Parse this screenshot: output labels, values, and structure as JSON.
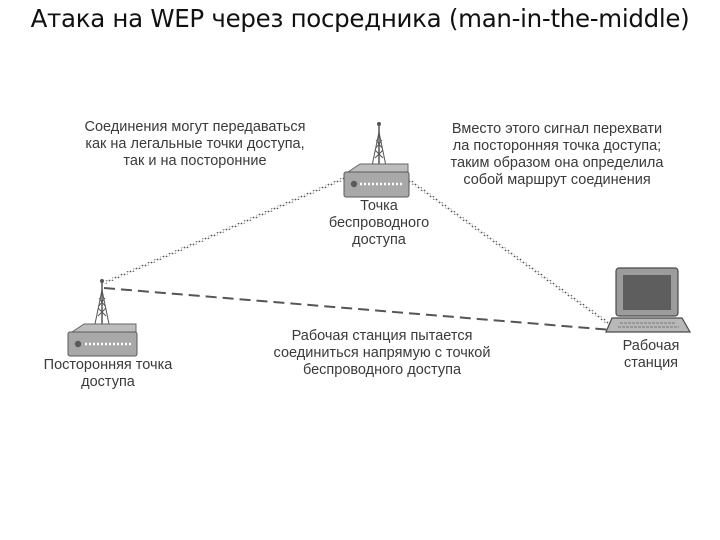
{
  "title": "Атака на WEP через посредника (man-in-the-middle)",
  "annotations": {
    "connections_note": [
      "Соединения могут передаваться",
      "как на легальные точки доступа,",
      "так и на посторонние"
    ],
    "redirect_note": [
      "Вместо этого сигнал перехвати",
      "ла посторонняя точка доступа;",
      "таким образом она определила",
      "собой маршрут соединения"
    ],
    "direct_attempt_note": [
      "Рабочая станция пытается",
      "соединиться напрямую с точкой",
      "беспроводного доступа"
    ]
  },
  "nodes": {
    "legit_ap": {
      "icon": "access-point-icon",
      "label": [
        "Точка",
        "беспроводного",
        "доступа"
      ]
    },
    "rogue_ap": {
      "icon": "access-point-icon",
      "label": [
        "Посторонняя точка",
        "доступа"
      ]
    },
    "workstation": {
      "icon": "laptop-icon",
      "label": [
        "Рабочая",
        "станция"
      ]
    }
  },
  "colors": {
    "line": "#555555",
    "device": "#9a9a9a",
    "device_dark": "#5a5a5a",
    "text": "#3a3a3a"
  }
}
